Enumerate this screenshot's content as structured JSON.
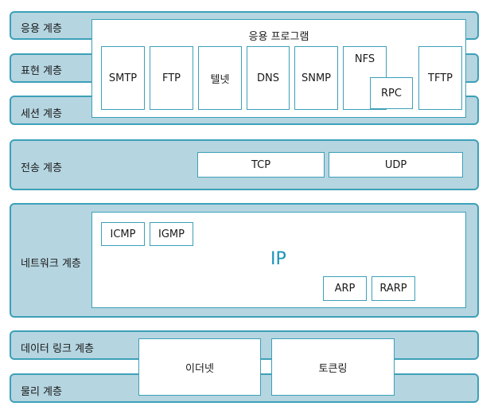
{
  "layers": {
    "application": "응용 계층",
    "presentation": "표현 계층",
    "session": "세션 계층",
    "transport": "전송 계층",
    "network": "네트워크 계층",
    "datalink": "데이터 링크 계층",
    "physical": "물리 계층"
  },
  "application_programs": {
    "title": "응용 프로그램",
    "smtp": "SMTP",
    "ftp": "FTP",
    "telnet": "텔넷",
    "dns": "DNS",
    "snmp": "SNMP",
    "nfs": "NFS",
    "rpc": "RPC",
    "tftp": "TFTP"
  },
  "transport_protocols": {
    "tcp": "TCP",
    "udp": "UDP"
  },
  "network_protocols": {
    "icmp": "ICMP",
    "igmp": "IGMP",
    "ip": "IP",
    "arp": "ARP",
    "rarp": "RARP"
  },
  "link_protocols": {
    "ethernet": "이더넷",
    "token_ring": "토큰링"
  },
  "colors": {
    "layer_fill": "#b5d5e0",
    "layer_border": "#3da0b8",
    "ip_text": "#1a93b8"
  }
}
